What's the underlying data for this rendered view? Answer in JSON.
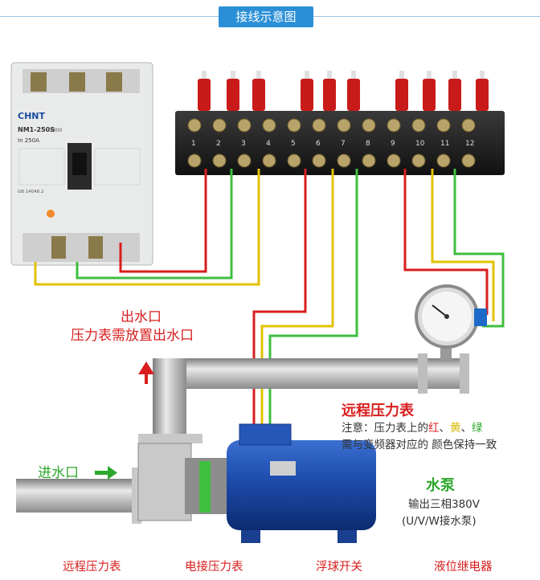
{
  "title": "接线示意图",
  "breaker": {
    "brand": "CHNT",
    "model": "NM1-250S",
    "model_suffix": "3300",
    "rating": "In 250A",
    "std": "GB 14048.2"
  },
  "terminal_numbers": [
    "1",
    "2",
    "3",
    "4",
    "5",
    "6",
    "7",
    "8",
    "9",
    "10",
    "11",
    "12"
  ],
  "outlet": {
    "line1": "出水口",
    "line2": "压力表需放置出水口"
  },
  "remote_gauge": {
    "title": "远程压力表",
    "note_prefix": "注意：压力表上的",
    "note_red": "红",
    "sep1": "、",
    "note_yellow": "黄",
    "sep2": "、",
    "note_green": "绿",
    "note_line2": "需与变频器对应的 颜色保持一致"
  },
  "pump": {
    "title": "水泵",
    "line1": "输出三相380V",
    "line2": "(U/V/W接水泵)"
  },
  "inlet": "进水口",
  "bottom_labels": [
    "远程压力表",
    "电接压力表",
    "浮球开关",
    "液位继电器"
  ],
  "colors": {
    "red": "#d81e1e",
    "yellow": "#e3c200",
    "green": "#3fbf3f",
    "accent": "#2a8fd6"
  }
}
